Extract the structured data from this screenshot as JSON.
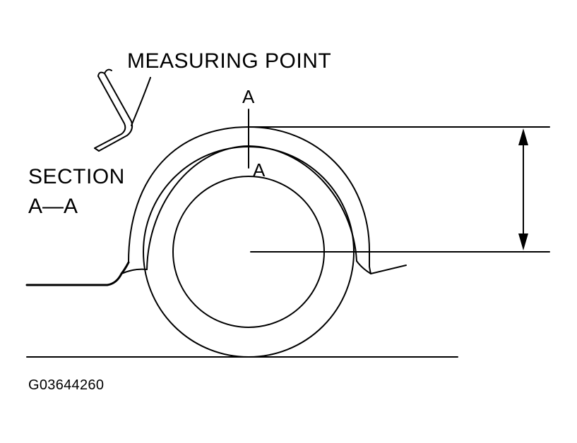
{
  "labels": {
    "measuring_point": "MEASURING POINT",
    "section_marker_top": "A",
    "section_marker_bottom": "A",
    "section_title": "SECTION",
    "section_name": "A—A",
    "figure_code": "G03644260"
  },
  "colors": {
    "ink": "#000000",
    "paper": "#ffffff"
  }
}
